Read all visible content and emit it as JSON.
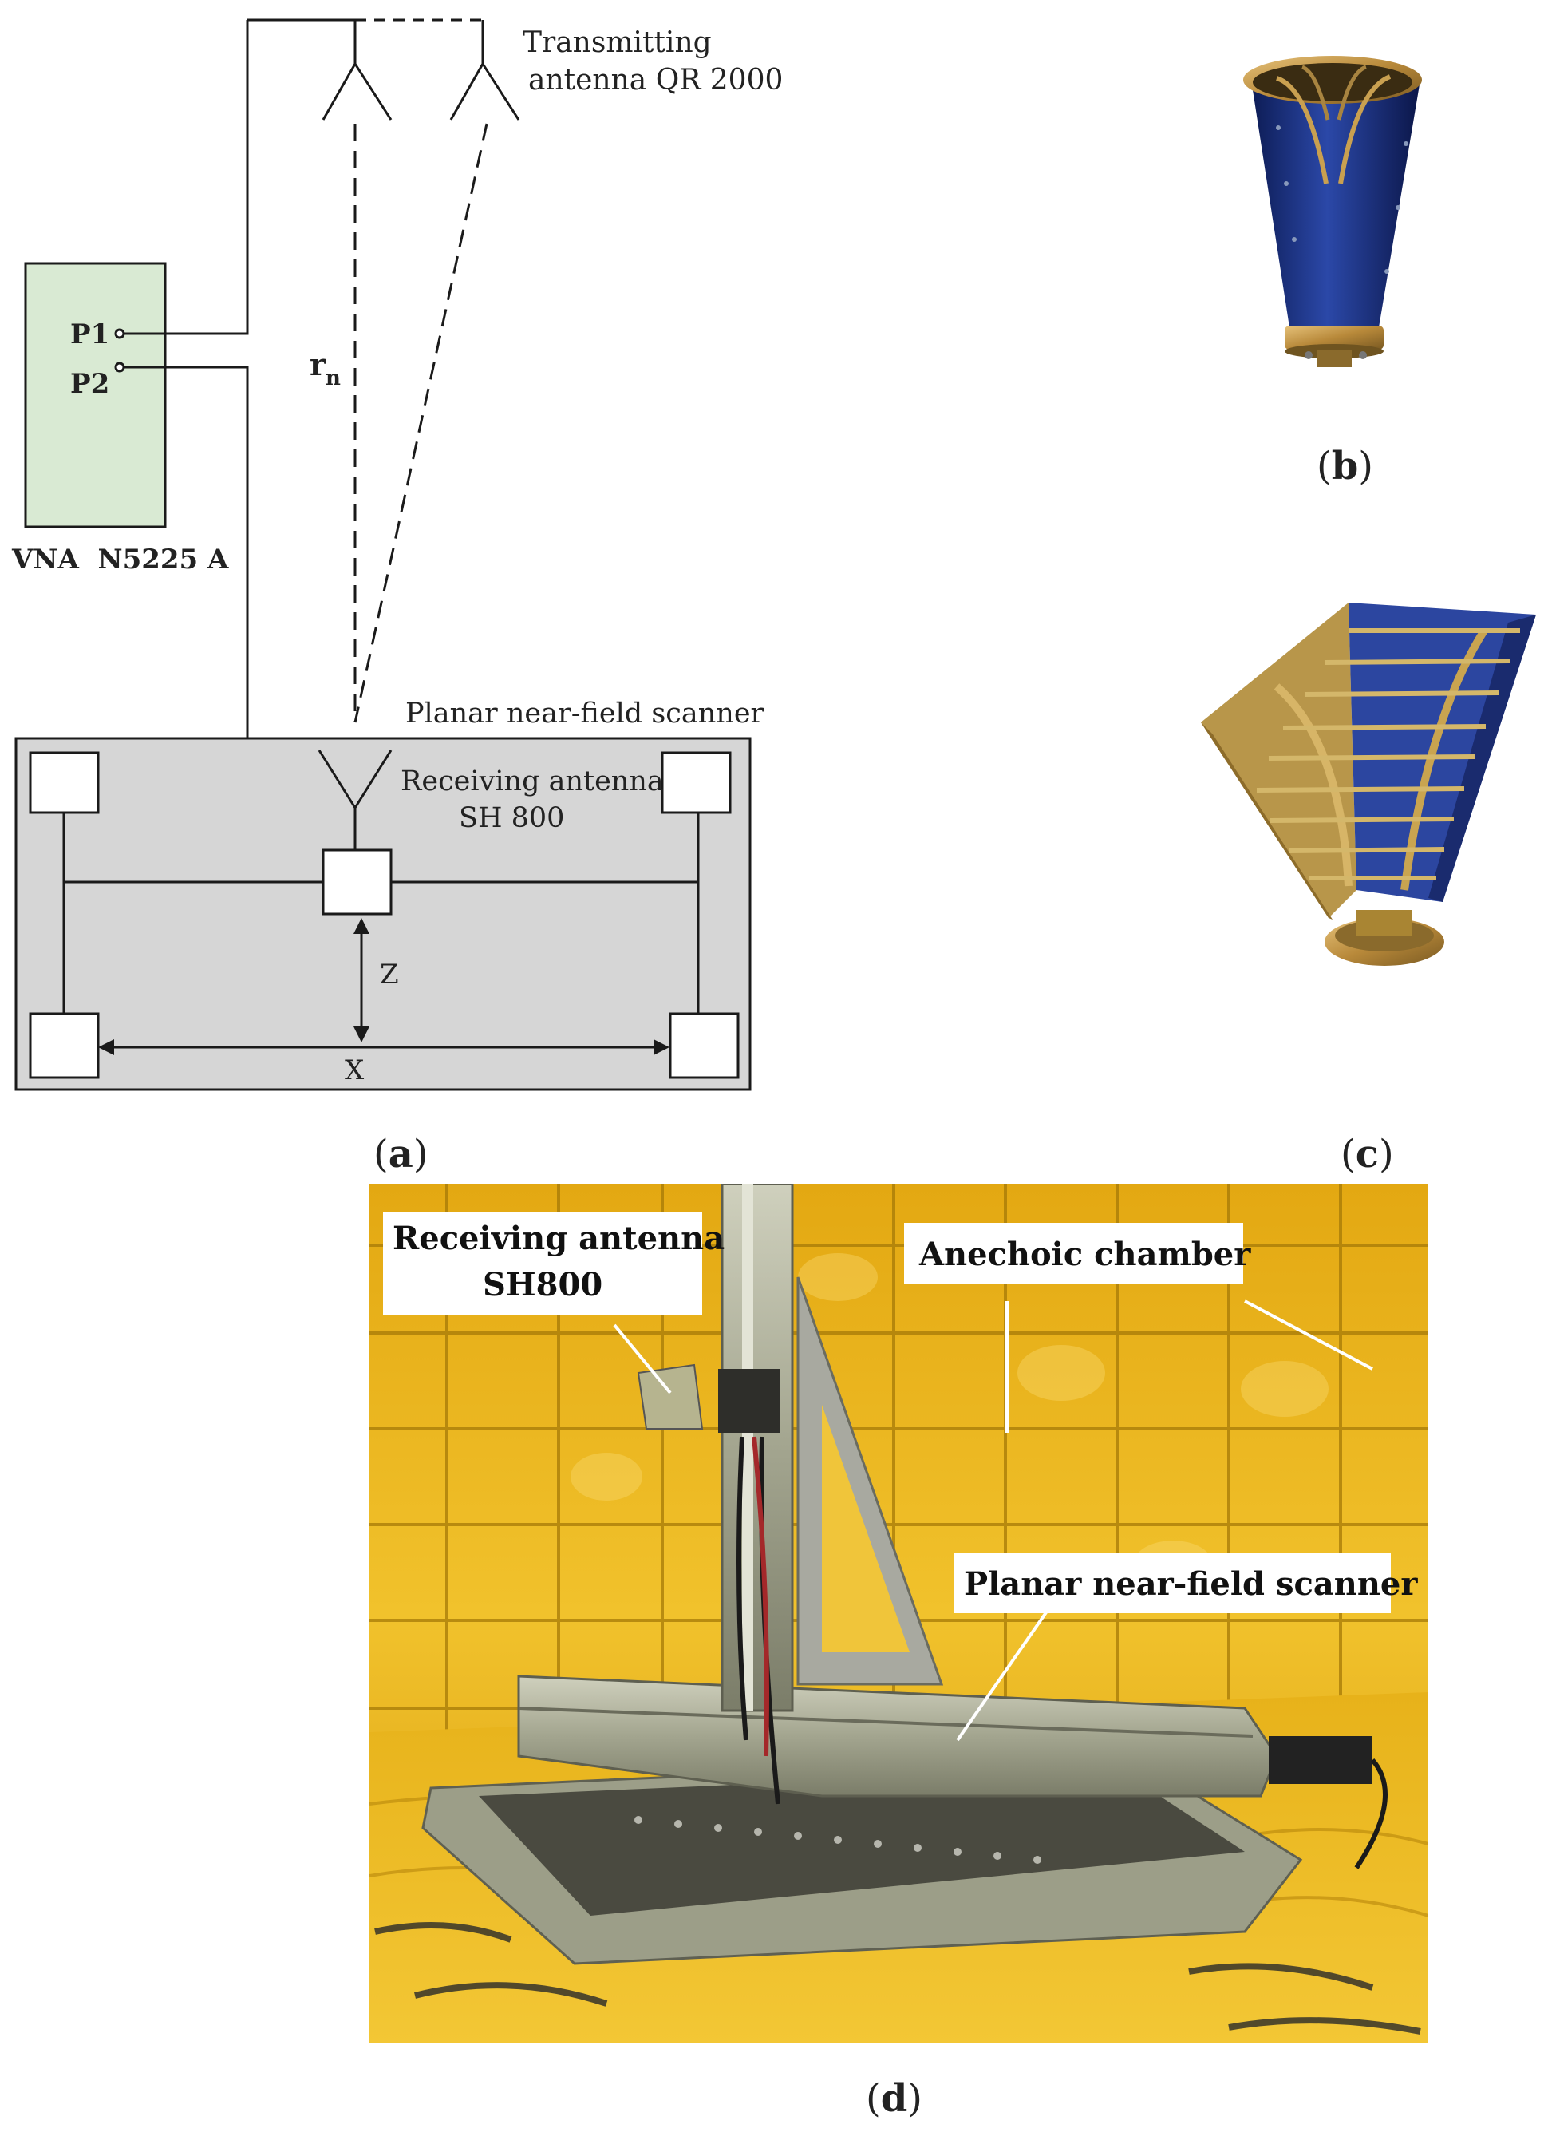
{
  "schematic": {
    "tx_label_1": "Transmitting",
    "tx_label_2": "antenna QR 2000",
    "port_1": "P1",
    "port_2": "P2",
    "distance_symbol": "r",
    "distance_subscript": "n",
    "vna_label": "VNA  N5225 A",
    "scanner_title": "Planar near-field scanner",
    "rx_label_1": "Receiving antenna",
    "rx_label_2": "SH 800",
    "axis_z": "Z",
    "axis_x": "X",
    "colors": {
      "vna_fill": "#d9ead3",
      "scanner_fill": "#d6d6d6",
      "line": "#1a1a1a"
    }
  },
  "panels": {
    "a": {
      "open": "(",
      "letter": "a",
      "close": ")"
    },
    "b": {
      "open": "(",
      "letter": "b",
      "close": ")"
    },
    "c": {
      "open": "(",
      "letter": "c",
      "close": ")"
    },
    "d": {
      "open": "(",
      "letter": "d",
      "close": ")"
    }
  },
  "photo": {
    "callout_rx_1": "Receiving antenna",
    "callout_rx_2": "SH800",
    "callout_chamber": "Anechoic chamber",
    "callout_scanner": "Planar near-field scanner",
    "colors": {
      "absorber": "#e9b416",
      "absorber_dark": "#b98a0c",
      "frame": "#a3a58f"
    }
  },
  "icons": {
    "horn_conical": "conical-horn-antenna-render",
    "horn_pyramidal": "ridged-pyramidal-horn-antenna-render"
  }
}
